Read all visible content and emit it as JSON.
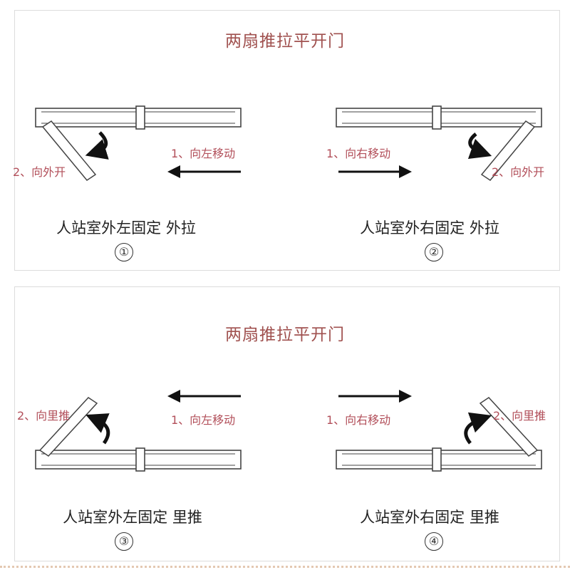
{
  "title_top": "两扇推拉平开门",
  "title_bottom": "两扇推拉平开门",
  "colors": {
    "label_red": "#b24f5a",
    "title_red": "#a0514f",
    "door_stroke": "#444444"
  },
  "diagrams": [
    {
      "id": "1",
      "step1": "1、向左移动",
      "step2": "2、向外开",
      "caption": "人站室外左固定 外拉",
      "number": "①"
    },
    {
      "id": "2",
      "step1": "1、向右移动",
      "step2": "2、向外开",
      "caption": "人站室外右固定 外拉",
      "number": "②"
    },
    {
      "id": "3",
      "step1": "1、向左移动",
      "step2": "2、向里推",
      "caption": "人站室外左固定 里推",
      "number": "③"
    },
    {
      "id": "4",
      "step1": "1、向右移动",
      "step2": "2、向里推",
      "caption": "人站室外右固定 里推",
      "number": "④"
    }
  ]
}
